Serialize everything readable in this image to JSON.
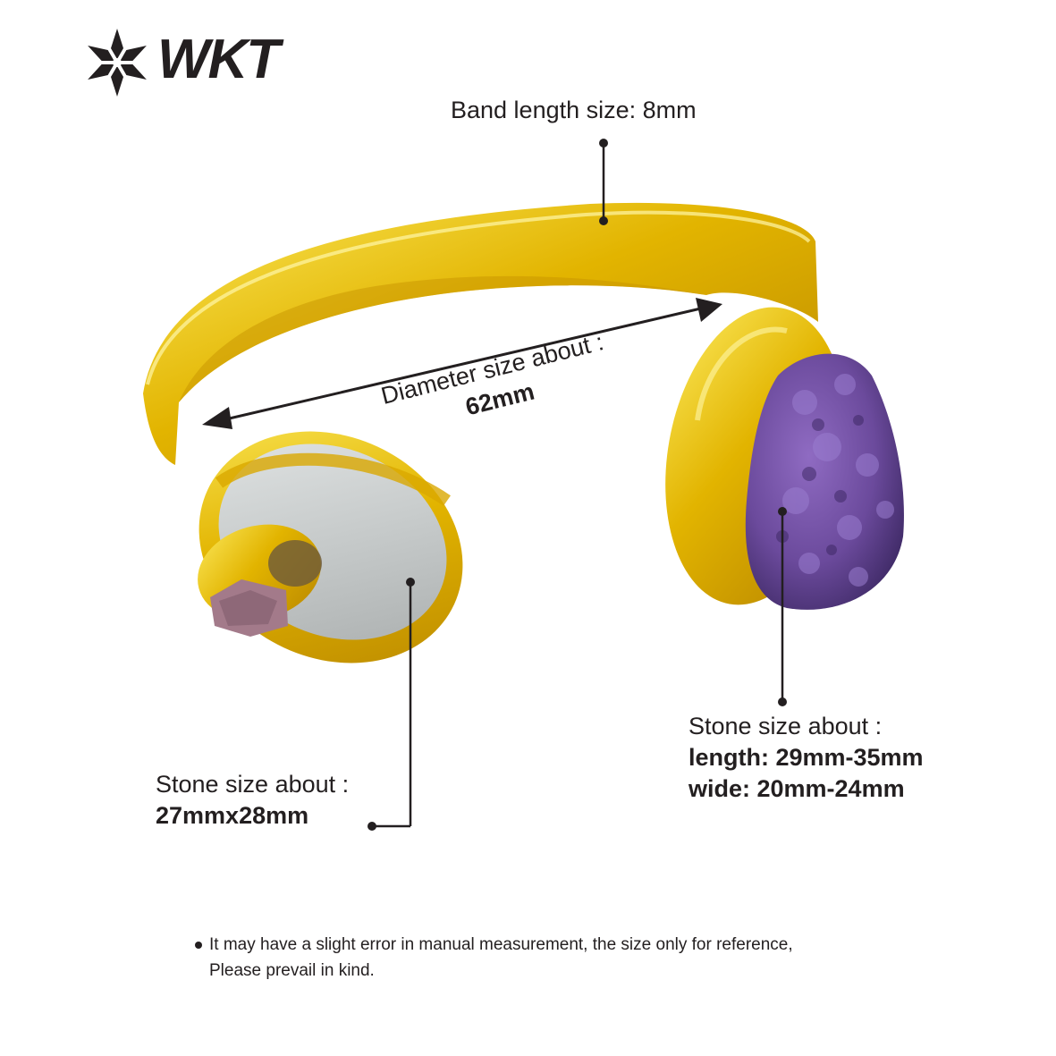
{
  "brand": {
    "logo_text": "WKT",
    "icon": "snowflake-logo-icon"
  },
  "annotations": {
    "band_length": "Band length size: 8mm",
    "diameter_title": "Diameter size about  :",
    "diameter_value": "62mm",
    "left_stone_title": "Stone size about :",
    "left_stone_value": "27mmx28mm",
    "right_stone_title": "Stone size about :",
    "right_stone_length": "length: 29mm-35mm",
    "right_stone_wide": "wide: 20mm-24mm"
  },
  "note": {
    "line1": "It may have a slight error in manual measurement, the size only for reference,",
    "line2": "Please prevail in kind."
  },
  "colors": {
    "gold": "#e2b400",
    "gold_light": "#f8e34a",
    "amethyst": "#6b4a9c",
    "agate": "#c9cccc",
    "text": "#231f20"
  }
}
